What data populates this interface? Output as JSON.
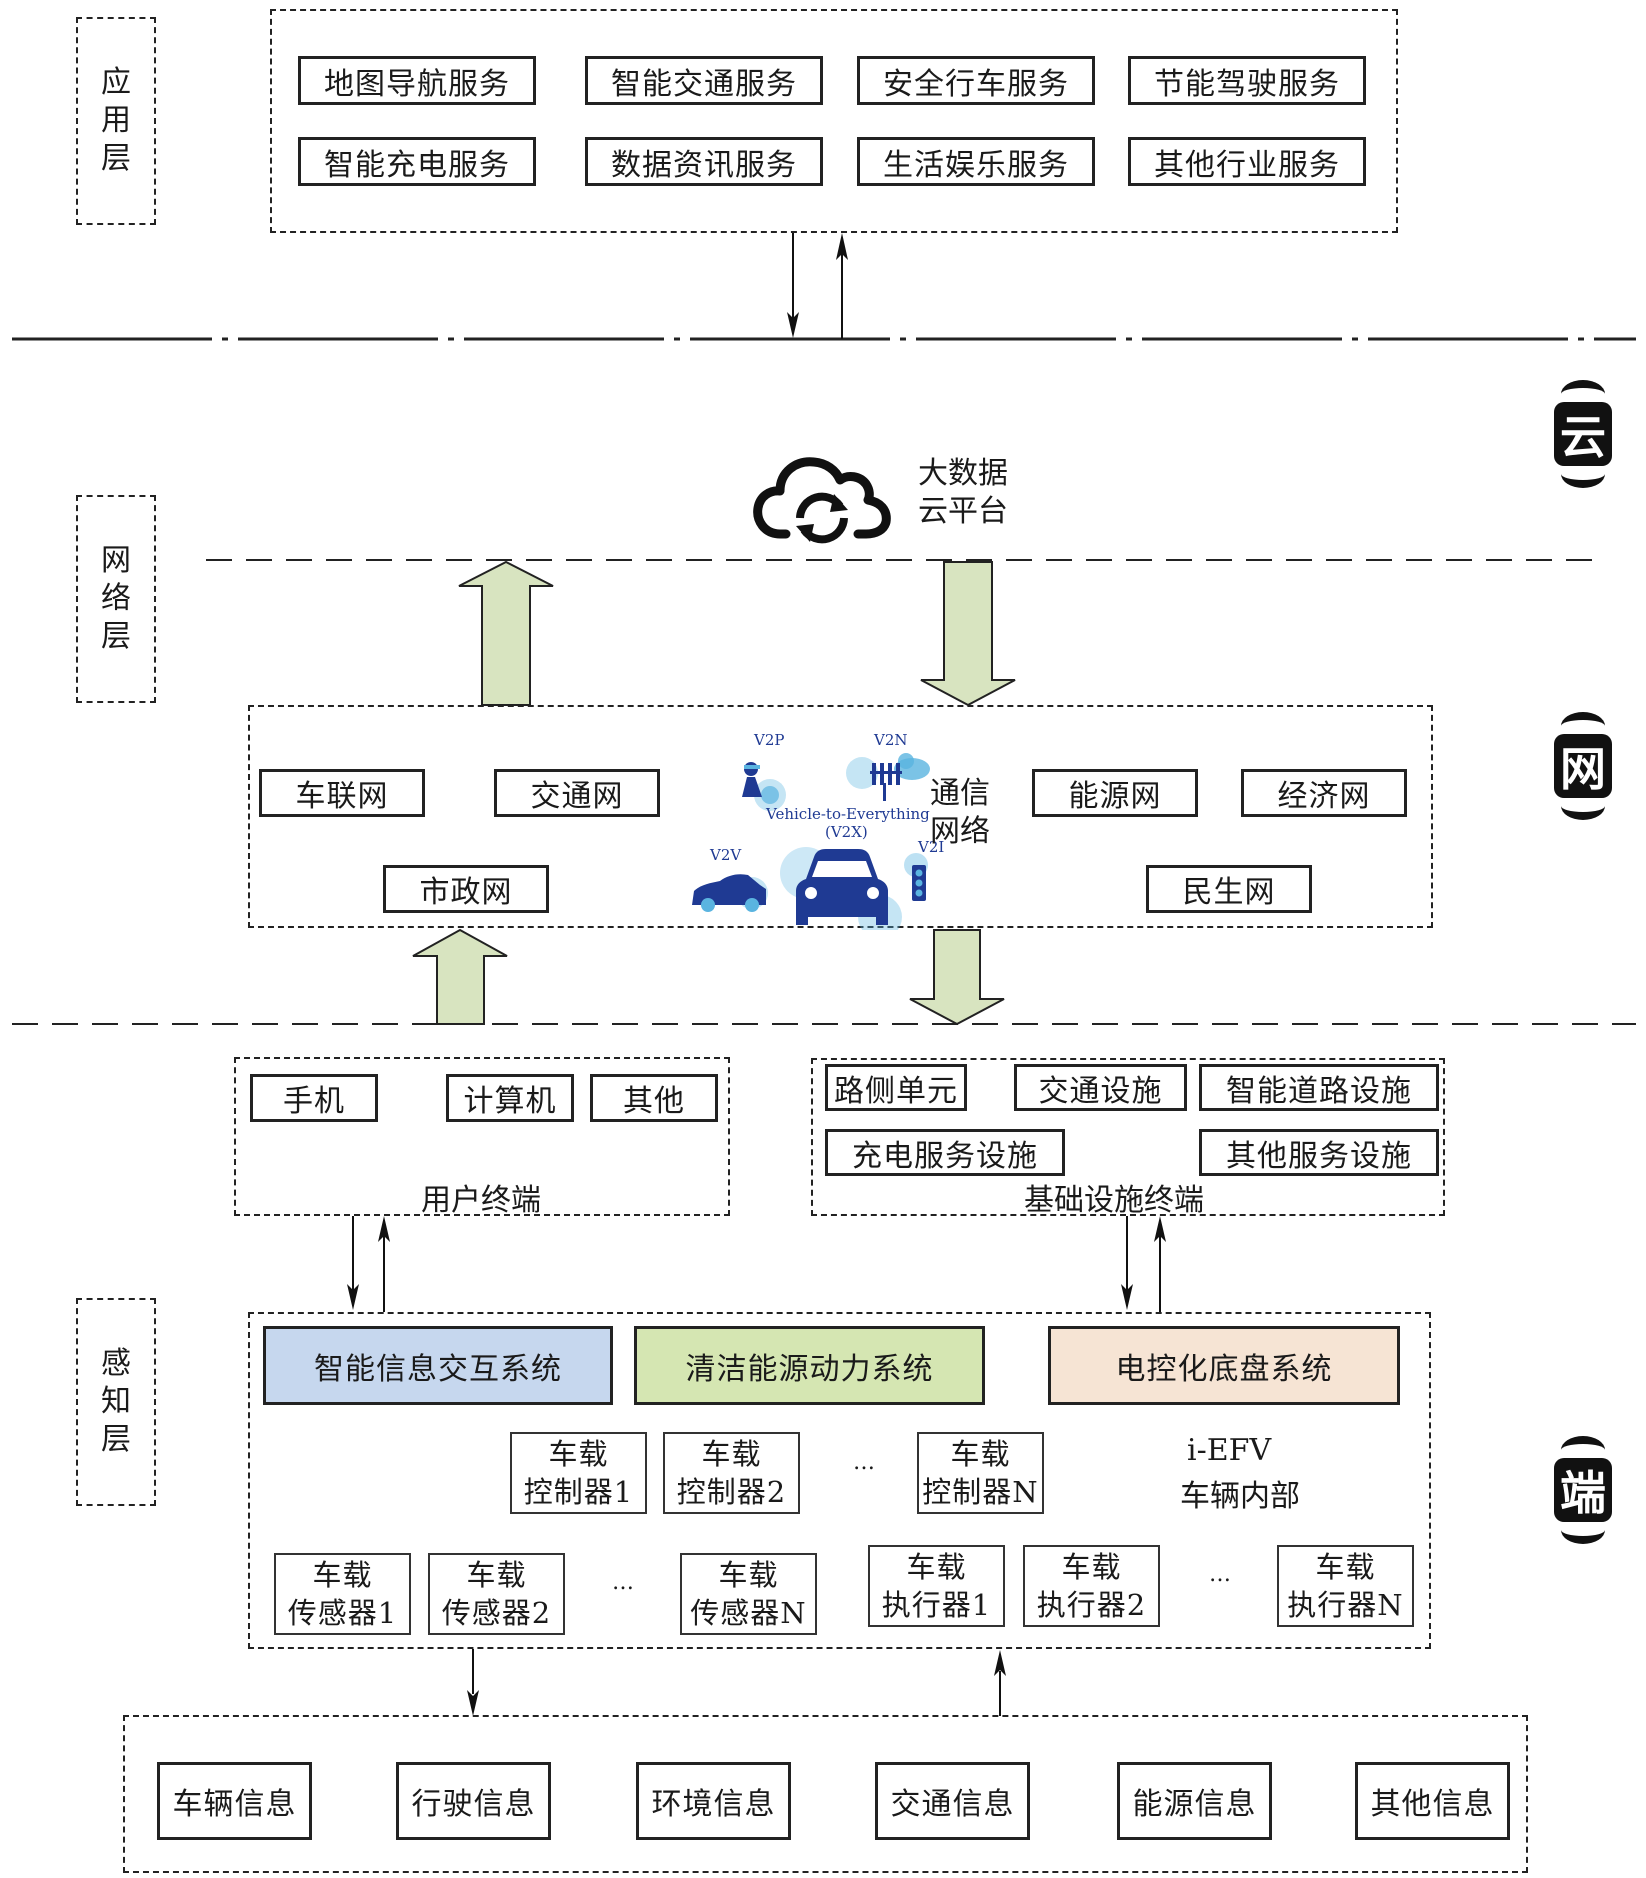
{
  "layers": {
    "application": "应\n用\n层",
    "network": "网\n络\n层",
    "perception": "感\n知\n层"
  },
  "side_tags": {
    "cloud": "云",
    "net": "网",
    "terminal": "端"
  },
  "application_services": [
    "地图导航服务",
    "智能交通服务",
    "安全行车服务",
    "节能驾驶服务",
    "智能充电服务",
    "数据资讯服务",
    "生活娱乐服务",
    "其他行业服务"
  ],
  "cloud": {
    "label_line1": "大数据",
    "label_line2": "云平台",
    "icon": "cloud-sync-icon"
  },
  "networks": {
    "left": [
      "车联网",
      "交通网",
      "市政网"
    ],
    "right": [
      "能源网",
      "经济网",
      "民生网"
    ],
    "comm_label_line1": "通信",
    "comm_label_line2": "网络",
    "v2x": {
      "title": "Vehicle-to-Everything",
      "subtitle": "(V2X)",
      "v2p": "V2P",
      "v2n": "V2N",
      "v2v": "V2V",
      "v2i": "V2I"
    }
  },
  "user_terminal": {
    "items": [
      "手机",
      "计算机",
      "其他"
    ],
    "caption": "用户终端"
  },
  "infrastructure_terminal": {
    "items": [
      "路侧单元",
      "交通设施",
      "智能道路设施",
      "充电服务设施",
      "其他服务设施"
    ],
    "caption": "基础设施终端"
  },
  "vehicle": {
    "systems": [
      {
        "label": "智能信息交互系统",
        "color": "#c6d7ee"
      },
      {
        "label": "清洁能源动力系统",
        "color": "#d5e6b2"
      },
      {
        "label": "电控化底盘系统",
        "color": "#f6e4d4"
      }
    ],
    "controllers": [
      {
        "line1": "车载",
        "line2": "控制器1"
      },
      {
        "line1": "车载",
        "line2": "控制器2"
      },
      {
        "line1": "车载",
        "line2": "控制器N"
      }
    ],
    "sensors": [
      {
        "line1": "车载",
        "line2": "传感器1"
      },
      {
        "line1": "车载",
        "line2": "传感器2"
      },
      {
        "line1": "车载",
        "line2": "传感器N"
      }
    ],
    "actuators": [
      {
        "line1": "车载",
        "line2": "执行器1"
      },
      {
        "line1": "车载",
        "line2": "执行器2"
      },
      {
        "line1": "车载",
        "line2": "执行器N"
      }
    ],
    "ellipsis": "…",
    "name_line1": "i-EFV",
    "name_line2": "车辆内部"
  },
  "info_types": [
    "车辆信息",
    "行驶信息",
    "环境信息",
    "交通信息",
    "能源信息",
    "其他信息"
  ],
  "colors": {
    "arrow_fill": "#d8e4c0",
    "v2x_blue": "#1f3a93",
    "v2x_light": "#5ab4e0"
  }
}
